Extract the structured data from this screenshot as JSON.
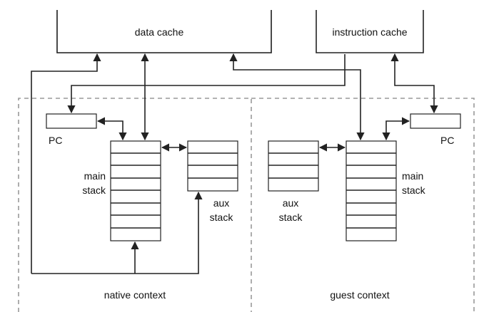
{
  "top": {
    "data_cache": "data cache",
    "instruction_cache": "instruction cache"
  },
  "native": {
    "pc": "PC",
    "main_stack_line1": "main",
    "main_stack_line2": "stack",
    "aux_stack_line1": "aux",
    "aux_stack_line2": "stack",
    "context": "native context"
  },
  "guest": {
    "pc": "PC",
    "main_stack_line1": "main",
    "main_stack_line2": "stack",
    "aux_stack_line1": "aux",
    "aux_stack_line2": "stack",
    "context": "guest context"
  }
}
